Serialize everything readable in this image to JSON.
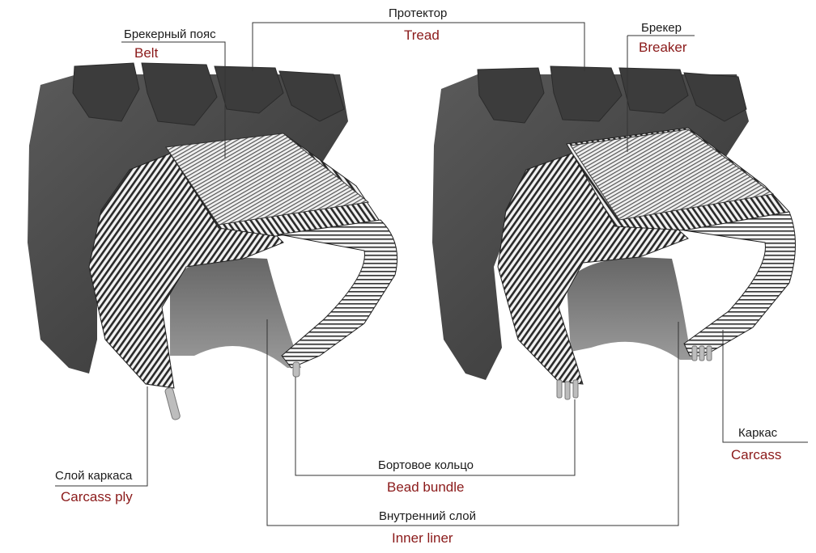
{
  "colors": {
    "english_label": "#8b1a1a",
    "russian_label": "#1a1a1a",
    "leader_line": "#333333",
    "rubber": "#4a4a4a",
    "cord_light": "#f2f2f2",
    "cord_dark": "#2a2a2a"
  },
  "labels": {
    "tread": {
      "ru": "Протектор",
      "en": "Tread"
    },
    "belt": {
      "ru": "Брекерный пояс",
      "en": "Belt"
    },
    "breaker": {
      "ru": "Брекер",
      "en": "Breaker"
    },
    "carcass_ply": {
      "ru": "Слой каркаса",
      "en": "Carcass ply"
    },
    "bead_bundle": {
      "ru": "Бортовое кольцо",
      "en": "Bead bundle"
    },
    "inner_liner": {
      "ru": "Внутренний слой",
      "en": "Inner liner"
    },
    "carcass": {
      "ru": "Каркас",
      "en": "Carcass"
    }
  }
}
